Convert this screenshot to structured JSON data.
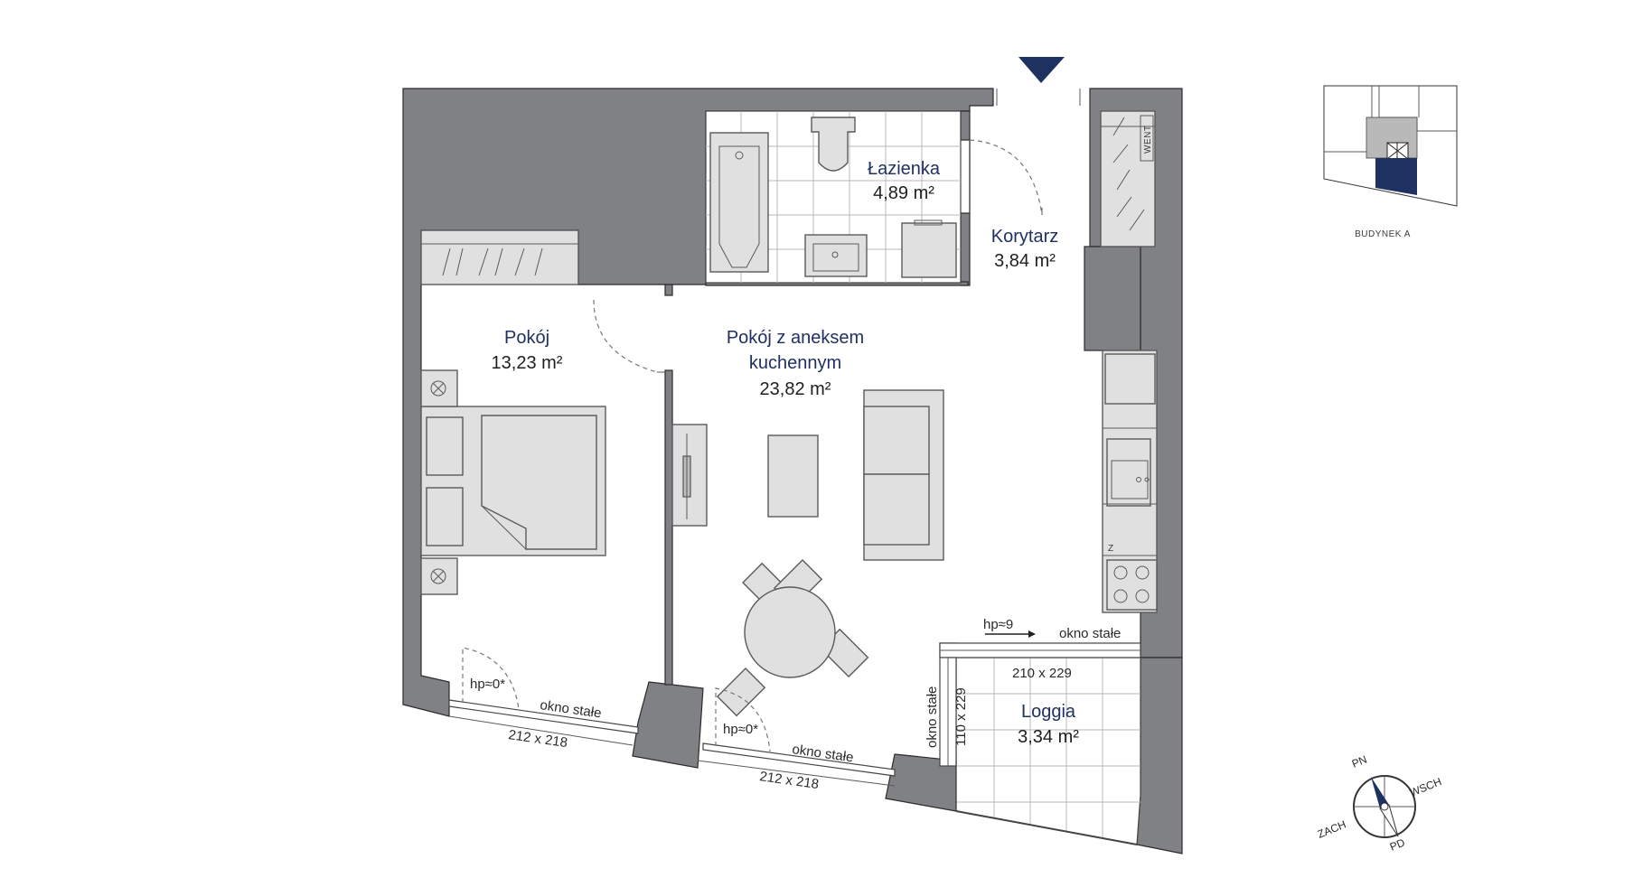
{
  "entrance_marker_color": "#1f3160",
  "colors": {
    "wall": "#808184",
    "text_room": "#1f3160",
    "accent": "#1f3160"
  },
  "rooms": {
    "bathroom": {
      "name": "Łazienka",
      "area": "4,89 m²"
    },
    "hallway": {
      "name": "Korytarz",
      "area": "3,84 m²"
    },
    "room": {
      "name": "Pokój",
      "area": "13,23 m²"
    },
    "living": {
      "name_line1": "Pokój z aneksem",
      "name_line2": "kuchennym",
      "area": "23,82 m²"
    },
    "loggia": {
      "name": "Loggia",
      "area": "3,34 m²"
    }
  },
  "annotations": {
    "shaft": "WENT",
    "hp9": "hp≈9",
    "hp0_a": "hp≈0*",
    "hp0_b": "hp≈0*",
    "fixed_window_1": "okno stałe",
    "fixed_window_2": "okno stałe",
    "fixed_window_3": "okno stałe",
    "fixed_window_4": "okno stałe",
    "dim_window_1": "212 x 218",
    "dim_window_2": "212 x 218",
    "dim_loggia_top": "210 x 229",
    "dim_loggia_side": "110 x 229",
    "stove": "Z"
  },
  "key_plan": {
    "label": "BUDYNEK A",
    "highlight_color": "#1f3160"
  },
  "compass": {
    "north": "PN",
    "east": "WSCH",
    "south": "PD",
    "west": "ZACH"
  }
}
